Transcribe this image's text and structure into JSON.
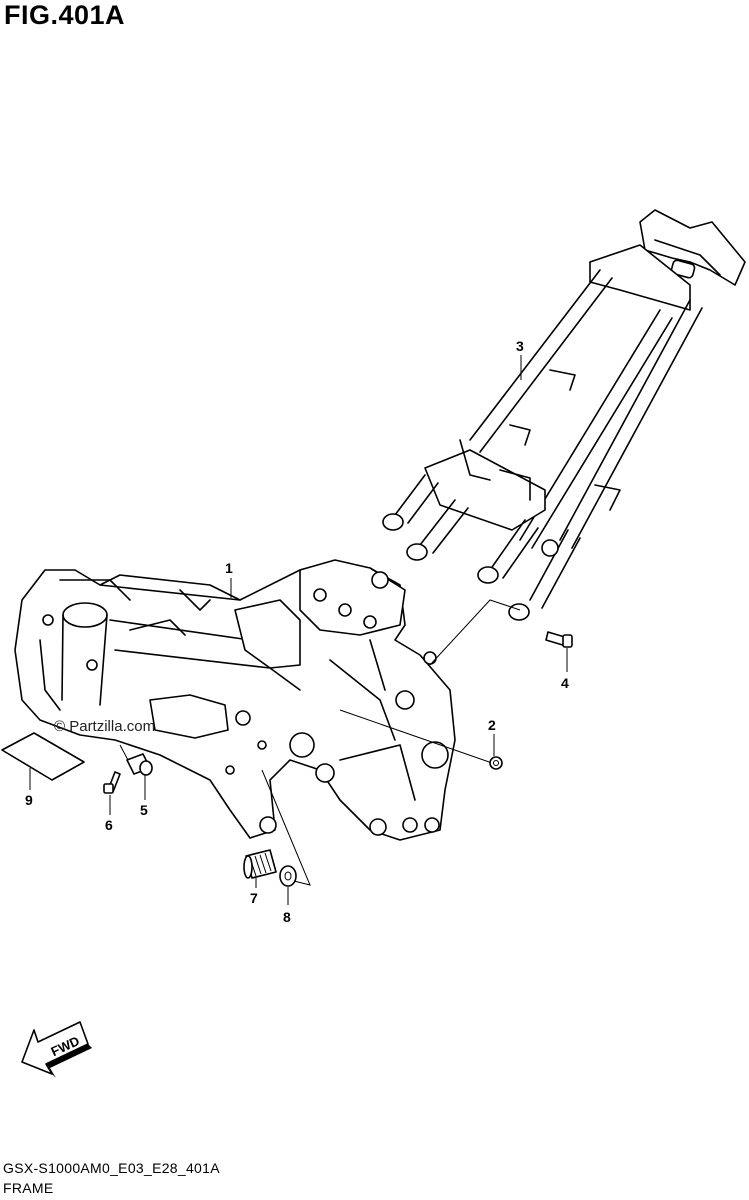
{
  "figure": {
    "title": "FIG.401A"
  },
  "watermark": "© Partzilla.com",
  "footer": {
    "code": "GSX-S1000AM0_E03_E28_401A",
    "caption": "FRAME"
  },
  "arrow": {
    "label": "FWD"
  },
  "callouts": [
    "1",
    "2",
    "3",
    "4",
    "5",
    "6",
    "7",
    "8",
    "9"
  ]
}
